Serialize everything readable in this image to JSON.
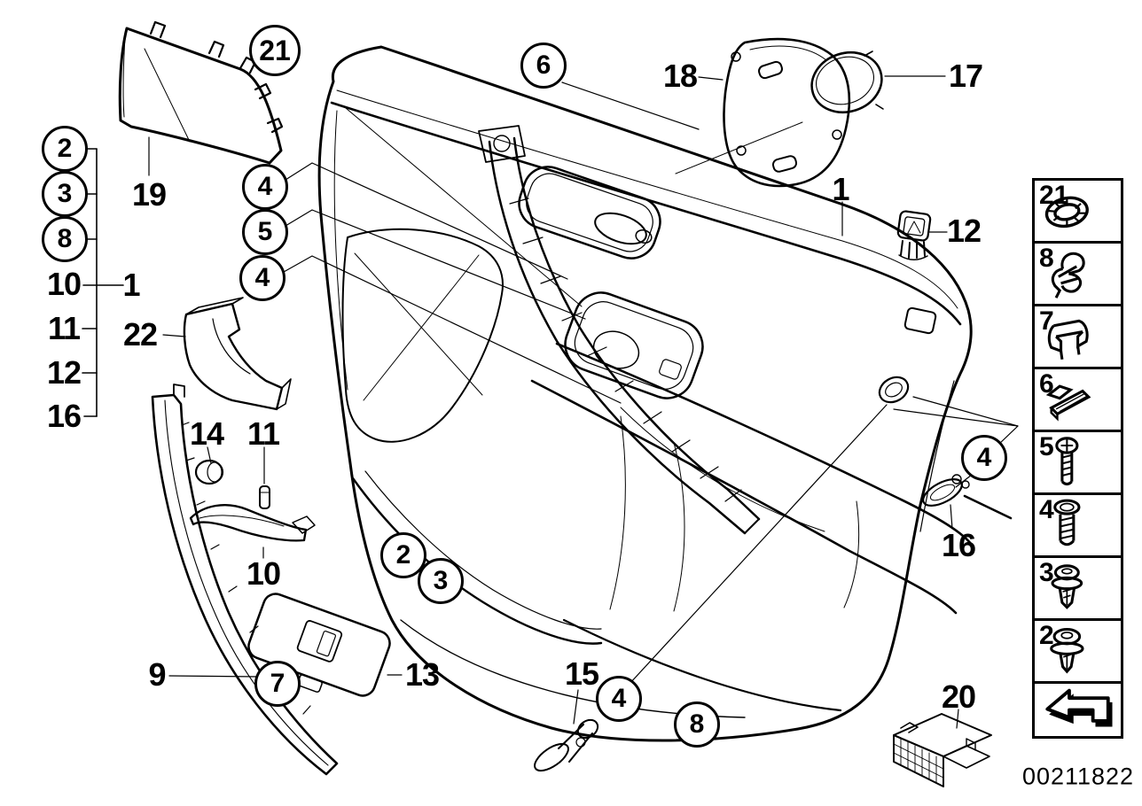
{
  "diagram": {
    "background_color": "#ffffff",
    "line_color": "#000000"
  },
  "callouts": {
    "circled": [
      "21",
      "6",
      "2",
      "3",
      "8",
      "4",
      "5",
      "4",
      "2",
      "3",
      "7",
      "4",
      "8",
      "4"
    ],
    "plain": [
      "19",
      "10",
      "11",
      "12",
      "16",
      "1",
      "22",
      "14",
      "11",
      "10",
      "9",
      "13",
      "15",
      "1",
      "12",
      "17",
      "18",
      "16",
      "20"
    ]
  },
  "sidebar": {
    "items": [
      {
        "label": "21",
        "icon": "grommet-washer-icon"
      },
      {
        "label": "8",
        "icon": "spring-clip-icon"
      },
      {
        "label": "7",
        "icon": "clamp-clip-icon"
      },
      {
        "label": "6",
        "icon": "rail-clip-icon"
      },
      {
        "label": "5",
        "icon": "phillips-screw-icon"
      },
      {
        "label": "4",
        "icon": "torx-screw-icon"
      },
      {
        "label": "3",
        "icon": "expansion-rivet-icon"
      },
      {
        "label": "2",
        "icon": "expansion-rivet-icon"
      }
    ],
    "arrow_icon": "direction-arrow-icon"
  },
  "footer": {
    "code": "00211822"
  }
}
